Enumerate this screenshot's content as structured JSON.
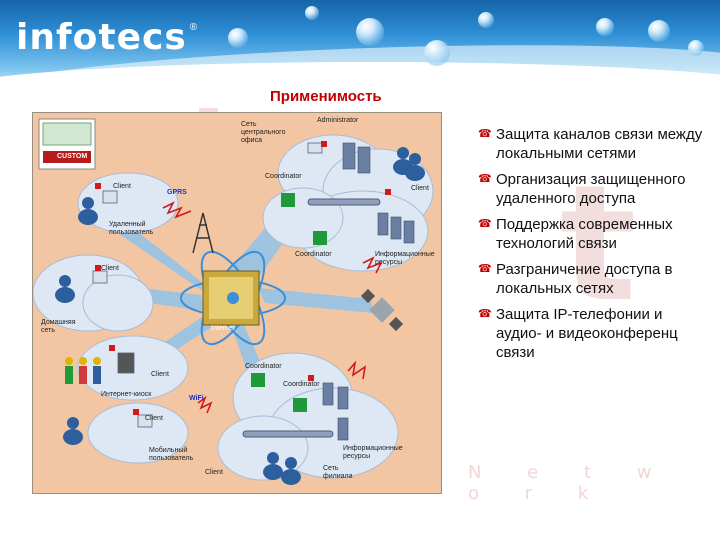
{
  "header": {
    "logo_text": "infotecs",
    "logo_mark": "®"
  },
  "watermark": {
    "letters": [
      "I",
      "n",
      "t"
    ],
    "word": "N e t w o r k"
  },
  "slide": {
    "title": "Применимость"
  },
  "diagram": {
    "legend_badge": "CUSTOM",
    "labels": {
      "central_net": "Сеть\nцентрального\nофиса",
      "administrator": "Administrator",
      "coordinator_top": "Coordinator",
      "client_top_right": "Client",
      "coordinator_mid": "Coordinator",
      "info_resources": "Информационные\nресурсы",
      "client_remote": "Client",
      "gprs": "GPRS",
      "remote_user": "Удаленный\nпользователь",
      "client_home": "Client",
      "home_net": "Домашняя\nсеть",
      "internet": "Internet",
      "client_kiosk": "Client",
      "kiosk": "Интернет-киоск",
      "wifi": "WiFi",
      "client_mobile": "Client",
      "mobile_user": "Мобильный\nпользователь",
      "coordinator_branch1": "Coordinator",
      "coordinator_branch2": "Coordinator",
      "branch_resources": "Информационные\nресурсы",
      "branch_net": "Сеть\nфилиала",
      "client_branch": "Client"
    }
  },
  "bullets": [
    "Защита каналов связи между локальными сетями",
    "Организация защищенного удаленного доступа",
    "Поддержка современных технологий связи",
    "Разграничение доступа в локальных сетях",
    "Защита IP-телефонии и аудио- и видеоконференц связи"
  ],
  "colors": {
    "title": "#c00000",
    "diagram_bg": "#f3c6a3",
    "link_blue": "#3d8fd8",
    "cloud": "#d8e6f5",
    "watermark": "#f3dede"
  }
}
